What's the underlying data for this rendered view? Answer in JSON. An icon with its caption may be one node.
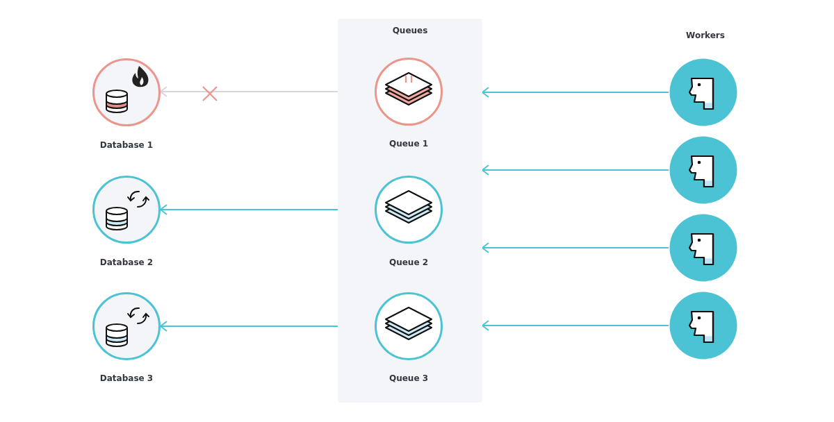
{
  "diagram": {
    "nodes": [
      {
        "text": [
          "Queues"
        ]
      },
      {
        "text": [
          "Queue 1"
        ],
        "in": 0
      },
      {
        "text": [
          "Queue 2"
        ],
        "in": 0
      },
      {
        "text": [
          "Queue 3"
        ],
        "in": 0
      },
      {
        "text": [
          "Database 1"
        ]
      },
      {
        "text": [
          "Database 2"
        ]
      },
      {
        "text": [
          "Database 3"
        ]
      },
      {
        "text": [],
        "shape": "circle"
      },
      {
        "text": [],
        "shape": "circle"
      },
      {
        "text": [],
        "shape": "circle"
      },
      {
        "text": [],
        "shape": "circle"
      }
    ],
    "edges": [
      {
        "from": 1,
        "to": 4,
        "arrow": "to",
        "color": "#d5d8e2"
      },
      {
        "from": 2,
        "to": 5,
        "arrow": "to"
      },
      {
        "from": 3,
        "to": 6,
        "arrow": "to"
      },
      {
        "from": 7,
        "to": 0,
        "arrow": "to"
      },
      {
        "from": 8,
        "to": 0,
        "arrow": "to"
      },
      {
        "from": 9,
        "to": 0,
        "arrow": "to"
      },
      {
        "from": 10,
        "to": 0,
        "arrow": "to"
      }
    ],
    "labels": [
      "Workers"
    ]
  }
}
